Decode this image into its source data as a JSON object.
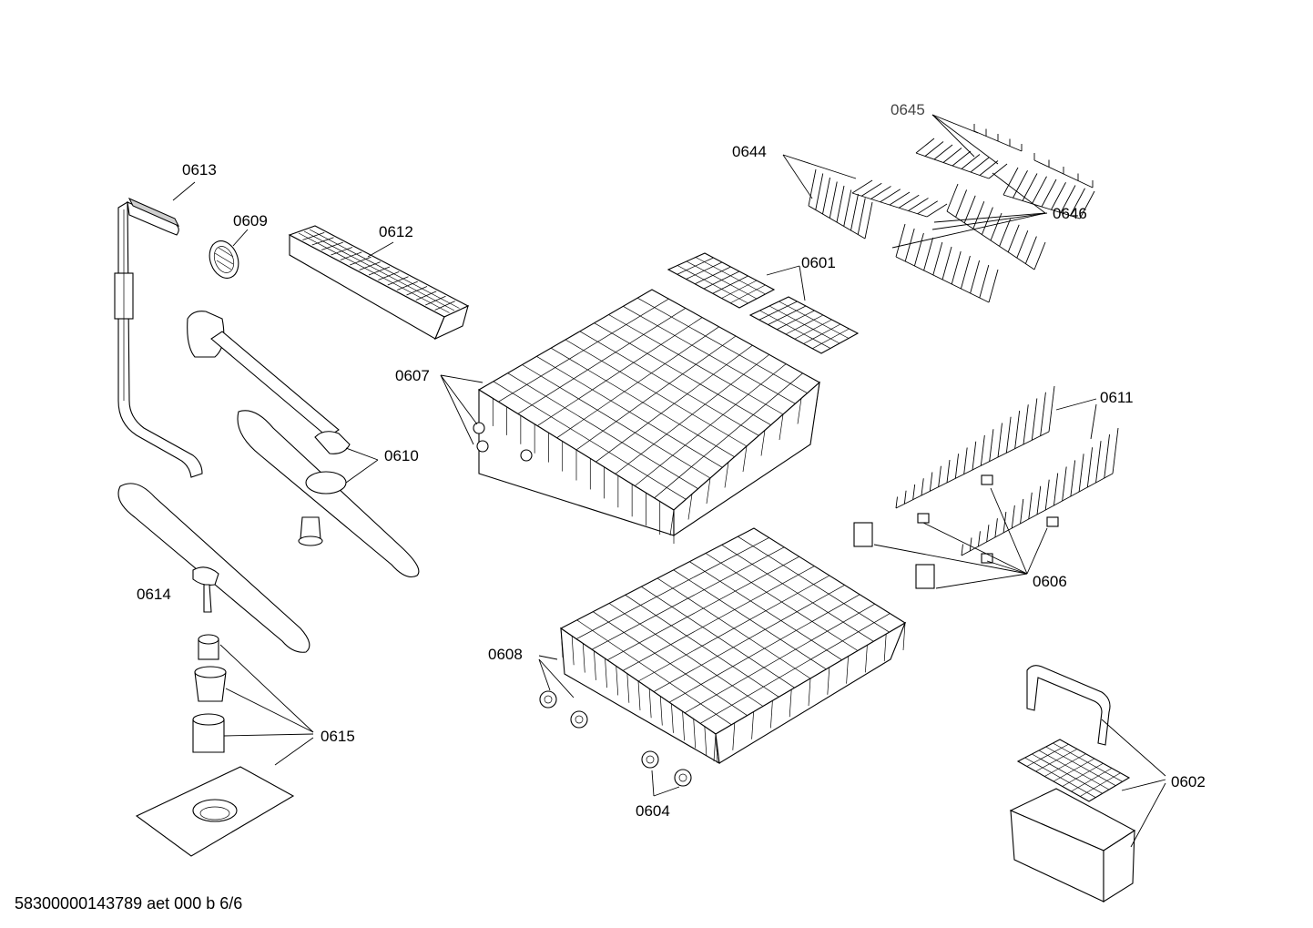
{
  "diagram": {
    "labels": [
      {
        "id": "0601",
        "text": "0601"
      },
      {
        "id": "0602",
        "text": "0602"
      },
      {
        "id": "0604",
        "text": "0604"
      },
      {
        "id": "0606",
        "text": "0606"
      },
      {
        "id": "0607",
        "text": "0607"
      },
      {
        "id": "0608",
        "text": "0608"
      },
      {
        "id": "0609",
        "text": "0609"
      },
      {
        "id": "0610",
        "text": "0610"
      },
      {
        "id": "0611",
        "text": "0611"
      },
      {
        "id": "0612",
        "text": "0612"
      },
      {
        "id": "0613",
        "text": "0613"
      },
      {
        "id": "0614",
        "text": "0614"
      },
      {
        "id": "0615",
        "text": "0615"
      },
      {
        "id": "0644",
        "text": "0644"
      },
      {
        "id": "0645",
        "text": "0645"
      },
      {
        "id": "0646",
        "text": "0646"
      }
    ],
    "footer": "58300000143789 aet 000 b 6/6"
  }
}
